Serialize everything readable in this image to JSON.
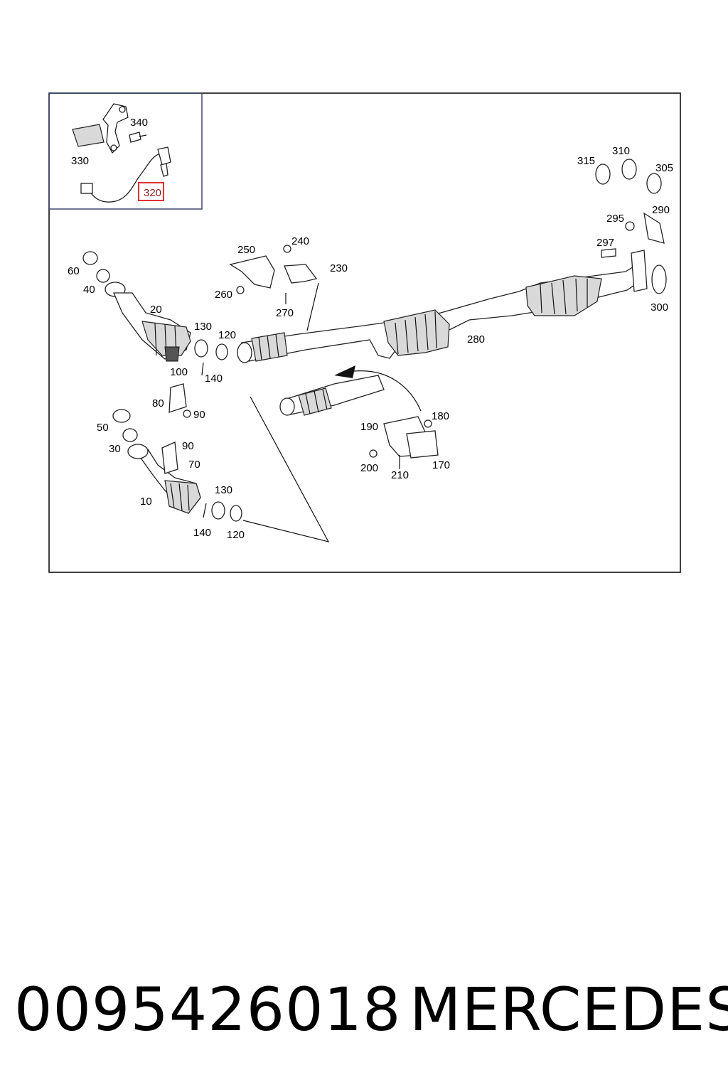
{
  "diagram": {
    "callouts": {
      "c10": "10",
      "c20": "20",
      "c30a": "30",
      "c40": "40",
      "c50": "50",
      "c60": "60",
      "c70": "70",
      "c80": "80",
      "c90a": "90",
      "c90b": "90",
      "c100": "100",
      "c120a": "120",
      "c120b": "120",
      "c130a": "130",
      "c130b": "130",
      "c140a": "140",
      "c140b": "140",
      "c170": "170",
      "c180": "180",
      "c190": "190",
      "c200": "200",
      "c210": "210",
      "c230": "230",
      "c240": "240",
      "c250": "250",
      "c260": "260",
      "c270": "270",
      "c280": "280",
      "c290": "290",
      "c295": "295",
      "c297": "297",
      "c300": "300",
      "c305": "305",
      "c310": "310",
      "c315": "315",
      "c320": "320",
      "c330": "330",
      "c340": "340"
    },
    "highlighted_callout": "320",
    "highlight_color": "#e03030"
  },
  "caption": {
    "part_number": "0095426018",
    "brand": "MERCEDES"
  }
}
